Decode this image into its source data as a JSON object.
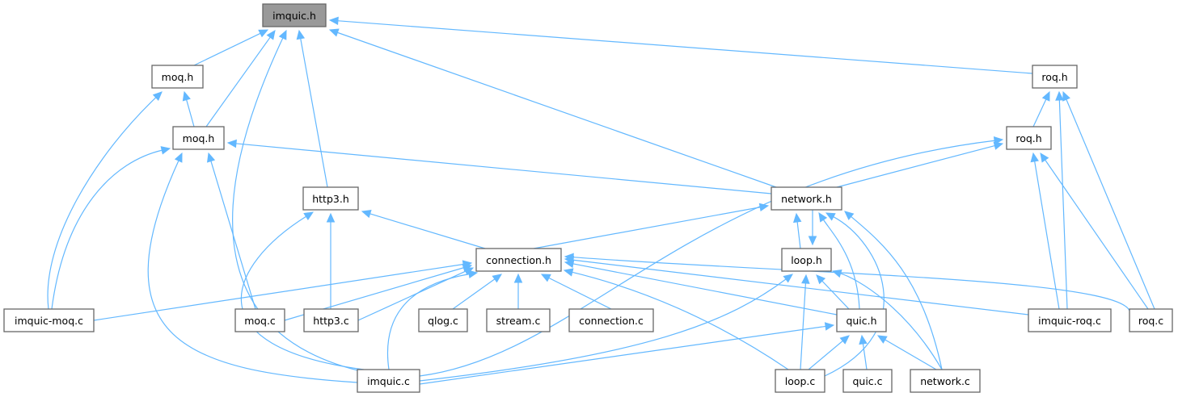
{
  "diagram": {
    "type": "include-dependency-graph",
    "root": "imquic_h",
    "colors": {
      "edge": "#63b8ff",
      "root_fill": "#999999",
      "node_fill": "#ffffff",
      "node_border": "#666666"
    },
    "nodes": [
      {
        "id": "imquic_h",
        "label": "imquic.h",
        "root": true
      },
      {
        "id": "moq_h_1",
        "label": "moq.h"
      },
      {
        "id": "moq_h_2",
        "label": "moq.h"
      },
      {
        "id": "http3_h",
        "label": "http3.h"
      },
      {
        "id": "network_h",
        "label": "network.h"
      },
      {
        "id": "roq_h_1",
        "label": "roq.h"
      },
      {
        "id": "roq_h_2",
        "label": "roq.h"
      },
      {
        "id": "connection_h",
        "label": "connection.h"
      },
      {
        "id": "loop_h",
        "label": "loop.h"
      },
      {
        "id": "imquic_moq_c",
        "label": "imquic-moq.c"
      },
      {
        "id": "moq_c",
        "label": "moq.c"
      },
      {
        "id": "http3_c",
        "label": "http3.c"
      },
      {
        "id": "qlog_c",
        "label": "qlog.c"
      },
      {
        "id": "stream_c",
        "label": "stream.c"
      },
      {
        "id": "connection_c",
        "label": "connection.c"
      },
      {
        "id": "quic_h",
        "label": "quic.h"
      },
      {
        "id": "imquic_roq_c",
        "label": "imquic-roq.c"
      },
      {
        "id": "roq_c",
        "label": "roq.c"
      },
      {
        "id": "imquic_c",
        "label": "imquic.c"
      },
      {
        "id": "loop_c",
        "label": "loop.c"
      },
      {
        "id": "quic_c",
        "label": "quic.c"
      },
      {
        "id": "network_c",
        "label": "network.c"
      }
    ],
    "edges": [
      {
        "from": "moq_h_1",
        "to": "imquic_h"
      },
      {
        "from": "moq_h_2",
        "to": "imquic_h"
      },
      {
        "from": "imquic_c",
        "to": "imquic_h"
      },
      {
        "from": "http3_h",
        "to": "imquic_h"
      },
      {
        "from": "network_h",
        "to": "imquic_h"
      },
      {
        "from": "roq_h_1",
        "to": "imquic_h"
      },
      {
        "from": "moq_h_2",
        "to": "moq_h_1"
      },
      {
        "from": "imquic_moq_c",
        "to": "moq_h_1"
      },
      {
        "from": "imquic_moq_c",
        "to": "moq_h_2"
      },
      {
        "from": "imquic_c",
        "to": "moq_h_2"
      },
      {
        "from": "moq_c",
        "to": "moq_h_2"
      },
      {
        "from": "network_h",
        "to": "moq_h_2"
      },
      {
        "from": "roq_h_2",
        "to": "roq_h_1"
      },
      {
        "from": "imquic_roq_c",
        "to": "roq_h_1"
      },
      {
        "from": "roq_c",
        "to": "roq_h_1"
      },
      {
        "from": "network_h",
        "to": "roq_h_2"
      },
      {
        "from": "imquic_c",
        "to": "roq_h_2"
      },
      {
        "from": "imquic_roq_c",
        "to": "roq_h_2"
      },
      {
        "from": "roq_c",
        "to": "roq_h_2"
      },
      {
        "from": "connection_h",
        "to": "http3_h"
      },
      {
        "from": "http3_c",
        "to": "http3_h"
      },
      {
        "from": "imquic_c",
        "to": "http3_h"
      },
      {
        "from": "connection_h",
        "to": "network_h"
      },
      {
        "from": "loop_h",
        "to": "network_h"
      },
      {
        "from": "network_h",
        "to": "loop_h"
      },
      {
        "from": "quic_h",
        "to": "network_h"
      },
      {
        "from": "loop_c",
        "to": "network_h"
      },
      {
        "from": "network_c",
        "to": "network_h"
      },
      {
        "from": "imquic_moq_c",
        "to": "connection_h"
      },
      {
        "from": "moq_c",
        "to": "connection_h"
      },
      {
        "from": "http3_c",
        "to": "connection_h"
      },
      {
        "from": "imquic_c",
        "to": "connection_h"
      },
      {
        "from": "qlog_c",
        "to": "connection_h"
      },
      {
        "from": "stream_c",
        "to": "connection_h"
      },
      {
        "from": "connection_c",
        "to": "connection_h"
      },
      {
        "from": "quic_h",
        "to": "connection_h"
      },
      {
        "from": "loop_c",
        "to": "connection_h"
      },
      {
        "from": "imquic_roq_c",
        "to": "connection_h"
      },
      {
        "from": "roq_c",
        "to": "connection_h"
      },
      {
        "from": "imquic_c",
        "to": "loop_h"
      },
      {
        "from": "loop_c",
        "to": "loop_h"
      },
      {
        "from": "quic_h",
        "to": "loop_h"
      },
      {
        "from": "network_c",
        "to": "loop_h"
      },
      {
        "from": "imquic_c",
        "to": "quic_h"
      },
      {
        "from": "loop_c",
        "to": "quic_h"
      },
      {
        "from": "quic_c",
        "to": "quic_h"
      },
      {
        "from": "network_c",
        "to": "quic_h"
      }
    ]
  }
}
